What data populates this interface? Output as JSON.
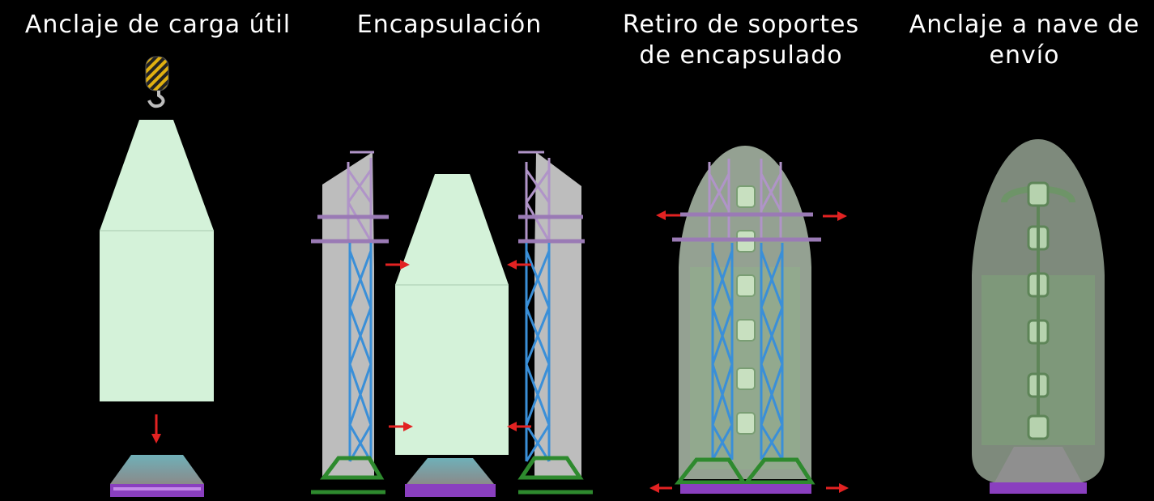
{
  "steps": [
    {
      "title": "Anclaje de carga útil"
    },
    {
      "title": "Encapsulación"
    },
    {
      "title": "Retiro de soportes\nde encapsulado"
    },
    {
      "title": "Anclaje a nave de\nenvío"
    }
  ],
  "colors": {
    "payload": "#d4f2d9",
    "fairing": "#c7c7c7",
    "truss": "#3a8fd8",
    "base_frame": "#2e8a2e",
    "adapter": "#8a8a8a",
    "pallet": "#8a3fbf",
    "arrow": "#e22222",
    "hook": "#e0b010"
  }
}
